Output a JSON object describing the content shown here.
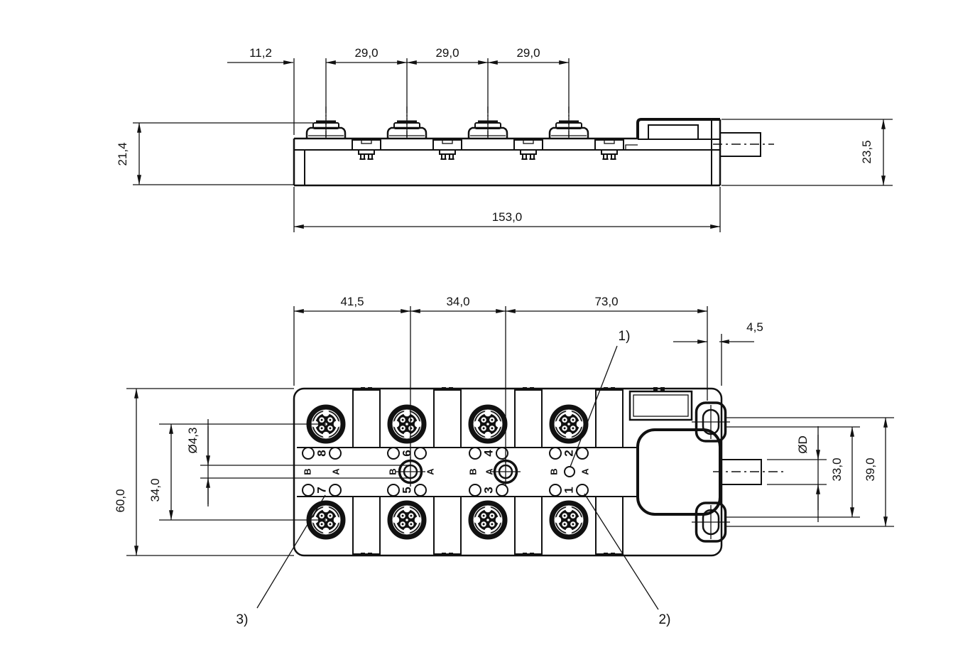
{
  "side_view": {
    "dim_offset_first": "11,2",
    "dim_pitch_1": "29,0",
    "dim_pitch_2": "29,0",
    "dim_pitch_3": "29,0",
    "dim_height_body": "21,4",
    "dim_height_connector": "23,5",
    "dim_length_total": "153,0"
  },
  "plan_view": {
    "dim_hole1_offset": "41,5",
    "dim_hole_spacing": "34,0",
    "dim_hole2_to_slot": "73,0",
    "dim_slot_to_edge": "4,5",
    "dim_width_total": "60,0",
    "dim_row_spacing": "34,0",
    "dim_mounting_hole": "Ø4,3",
    "dim_cable_diameter": "ØD",
    "dim_slot_inner_span": "33,0",
    "dim_slot_outer_span": "39,0",
    "ports_top": [
      "8",
      "6",
      "4",
      "2"
    ],
    "ports_bottom": [
      "7",
      "5",
      "3",
      "1"
    ],
    "label_channel_b": "B",
    "label_channel_a": "A"
  },
  "callouts": {
    "note1": "1)",
    "note2": "2)",
    "note3": "3)"
  },
  "colors": {
    "line": "#111111",
    "background": "#ffffff"
  }
}
